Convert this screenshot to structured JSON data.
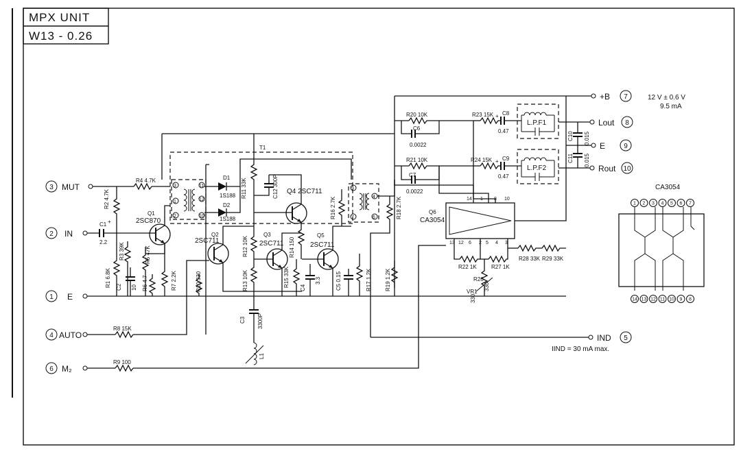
{
  "title_block": {
    "line1": "MPX  UNIT",
    "line2": "W13 - 0.26"
  },
  "ports": {
    "mut": {
      "num": "3",
      "label": "MUT"
    },
    "in": {
      "num": "2",
      "label": "IN"
    },
    "e": {
      "num": "1",
      "label": "E"
    },
    "auto": {
      "num": "4",
      "label": "AUTO"
    },
    "m2": {
      "num": "6",
      "label": "M₂"
    },
    "plus_b": {
      "num": "7",
      "label": "+B"
    },
    "lout": {
      "num": "8",
      "label": "Lout"
    },
    "e_out": {
      "num": "9",
      "label": "E"
    },
    "rout": {
      "num": "10",
      "label": "Rout"
    },
    "ind": {
      "num": "5",
      "label": "IND"
    }
  },
  "supply_note": {
    "line1": "12 V  ± 0.6 V",
    "line2": "9.5  mA"
  },
  "ind_note": "IIND = 30 mA max.",
  "components": {
    "r4": "R4 4.7K",
    "r2": "R2 4.7K",
    "c1": "C1",
    "c1v": "2.2",
    "q1": "Q1",
    "q1t": "2SC870",
    "r3": "R3 39K",
    "r5": "R5 47K",
    "r1": "R1 6.8K",
    "c2": "C2",
    "c2v": "10",
    "r6": "R6 4.7",
    "r7": "R7 2.2K",
    "r8": "R8 15K",
    "r9": "R9 100",
    "t1": "T1",
    "d1": "D1",
    "d1t": "1S188",
    "d2": "D2",
    "d2t": "1S188",
    "r11": "R11 33K",
    "c12": "C12 300P",
    "q2": "Q2",
    "q2t": "2SC711",
    "q3": "Q3",
    "q3t": "2SC711",
    "q4": "Q4  2SC711",
    "q5": "Q5",
    "q5t": "2SC711",
    "r10": "R10 330",
    "r12": "R12 10K",
    "r13": "R13 10K",
    "r14": "R14 150",
    "r15": "R15 33K",
    "c4": "C4",
    "c4v": "3.3",
    "c5": "C5 0.15",
    "r17": "R17 1.2K",
    "r16": "R16 2.7K",
    "r18": "R18 2.7K",
    "c3": "C3",
    "c3v": "3300P",
    "l1": "L1",
    "r20": "R20 10K",
    "c6": "C6",
    "c6v": "0.0022",
    "r21": "R21 10K",
    "c7": "C7",
    "c7v": "0.0022",
    "r19": "R19 1.2K",
    "q6": "Q6",
    "q6t": "CA3054",
    "r23": "R23 15K",
    "c8": "C8",
    "c8v": "0.47",
    "r24": "R24 15K",
    "c9": "C9",
    "c9v": "0.47",
    "lpf1": "L.P.F1",
    "lpf2": "L.P.F2",
    "c10": "C10",
    "c10v": "0.015",
    "c11": "C11",
    "c11v": "0.015",
    "r22": "R22 1K",
    "r27": "R27 1K",
    "r26": "R26",
    "r26v": "330",
    "vr1": "VR1",
    "vr1v": "330",
    "r28": "R28 33K",
    "r29": "R29 33K"
  },
  "ic_pinout": {
    "title": "CA3054",
    "top_pins": [
      "1",
      "2",
      "3",
      "4",
      "5",
      "6",
      "7"
    ],
    "bottom_pins": [
      "14",
      "13",
      "12",
      "11",
      "10",
      "9",
      "8"
    ]
  }
}
